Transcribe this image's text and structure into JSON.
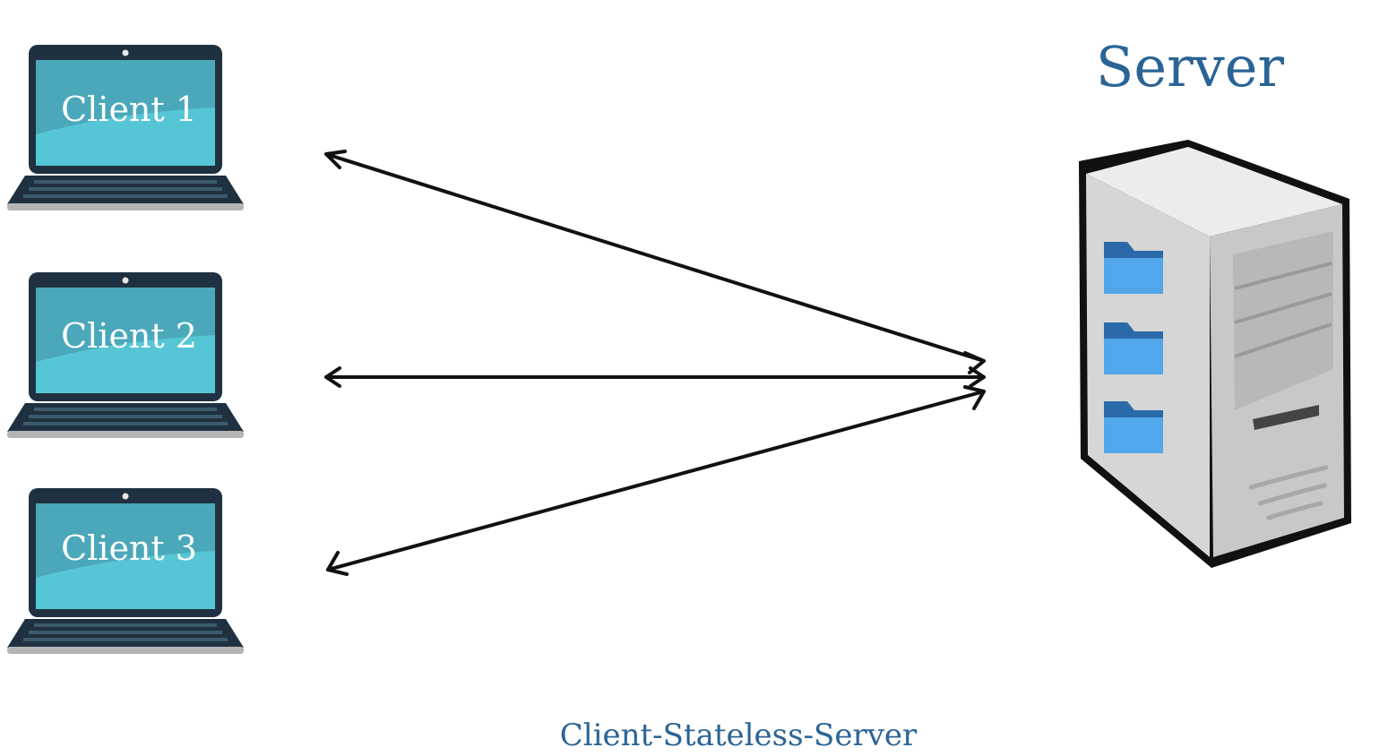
{
  "clients": [
    {
      "label": "Client 1"
    },
    {
      "label": "Client 2"
    },
    {
      "label": "Client 3"
    }
  ],
  "server": {
    "title": "Server"
  },
  "caption": "Client-Stateless-Server",
  "colors": {
    "accent_text": "#2a6496",
    "screen": "#4fc1d1",
    "laptop_frame": "#1f3140",
    "folder": "#4ba3e6",
    "server_body": "#d9d9d9"
  }
}
